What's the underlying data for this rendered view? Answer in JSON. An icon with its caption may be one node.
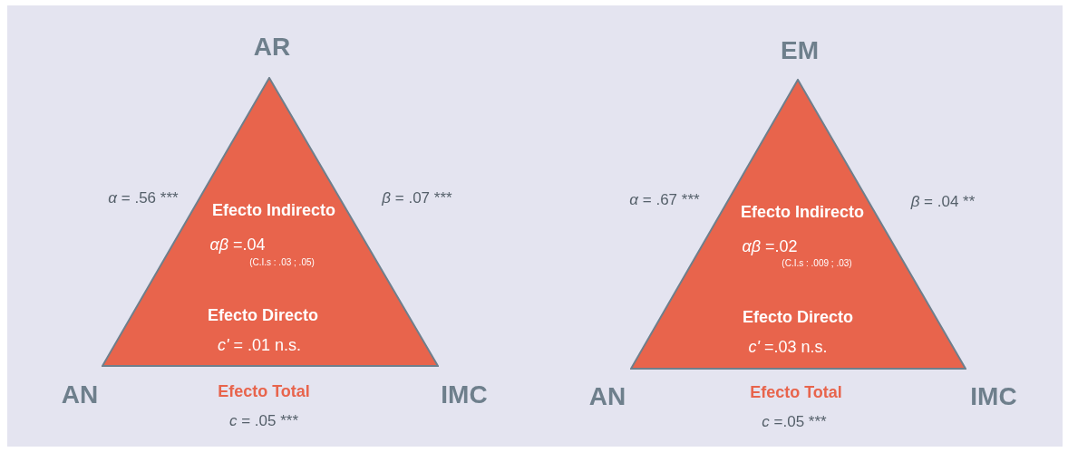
{
  "diagram": {
    "nodes": [
      {
        "text": [
          "Efecto Indirecto",
          "*αβ* =.04",
          "(C.I.s : .03 ; .05)",
          "Efecto Directo",
          "*c'* = .01 n.s."
        ]
      },
      {
        "text": [
          "Efecto Indirecto",
          "*αβ* =.02",
          "(C.I.s : .009 ; .03)",
          "Efecto Directo",
          "*c'* =.03 n.s."
        ]
      }
    ],
    "labels": [
      "AR",
      "*α* = .56 ***",
      "*β* = .07 ***",
      "AN",
      "Efecto Total",
      "*c* = .05 ***",
      "IMC",
      "EM",
      "*α* = .67 ***",
      "*β* = .04 **",
      "AN",
      "Efecto Total",
      "*c* =.05 ***",
      "IMC"
    ]
  }
}
